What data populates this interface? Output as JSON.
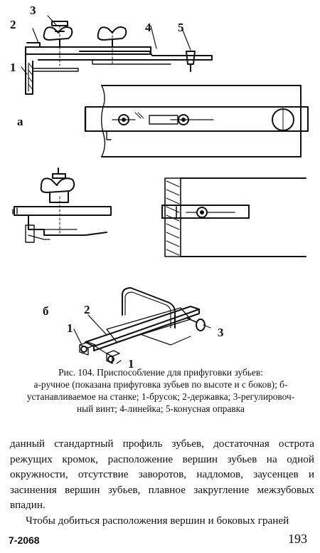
{
  "figure": {
    "labels": {
      "a_1": "1",
      "a_2": "2",
      "a_3": "3",
      "a_4": "4",
      "a_5": "5",
      "a_panel": "а",
      "b_panel": "б",
      "b_2": "2",
      "b_1_left": "1",
      "b_3": "3",
      "b_1_bottom": "1"
    }
  },
  "caption": {
    "line1": "Рис. 104. Приспособление для прифуговки зубьев:",
    "line2": "а-ручное (показана прифуговка зубьев по высоте и с боков); б-",
    "line3": "устанавливаемое на станке; 1-брусок; 2-державка; 3-регулировоч-",
    "line4": "ный винт; 4-линейка; 5-конусная оправка"
  },
  "body": {
    "paragraph1": "данный стандартный профиль зубьев, достаточная острота режущих кромок, расположение вершин зубьев на одной окружности, отсутствие заворотов, надломов, заусенцев и засинения вершин зубьев, плавное закругление межзубовых впадин.",
    "paragraph2": "Чтобы добиться расположения вершин и боковых граней"
  },
  "footer": {
    "signature": "7-2068",
    "page_number": "193"
  }
}
